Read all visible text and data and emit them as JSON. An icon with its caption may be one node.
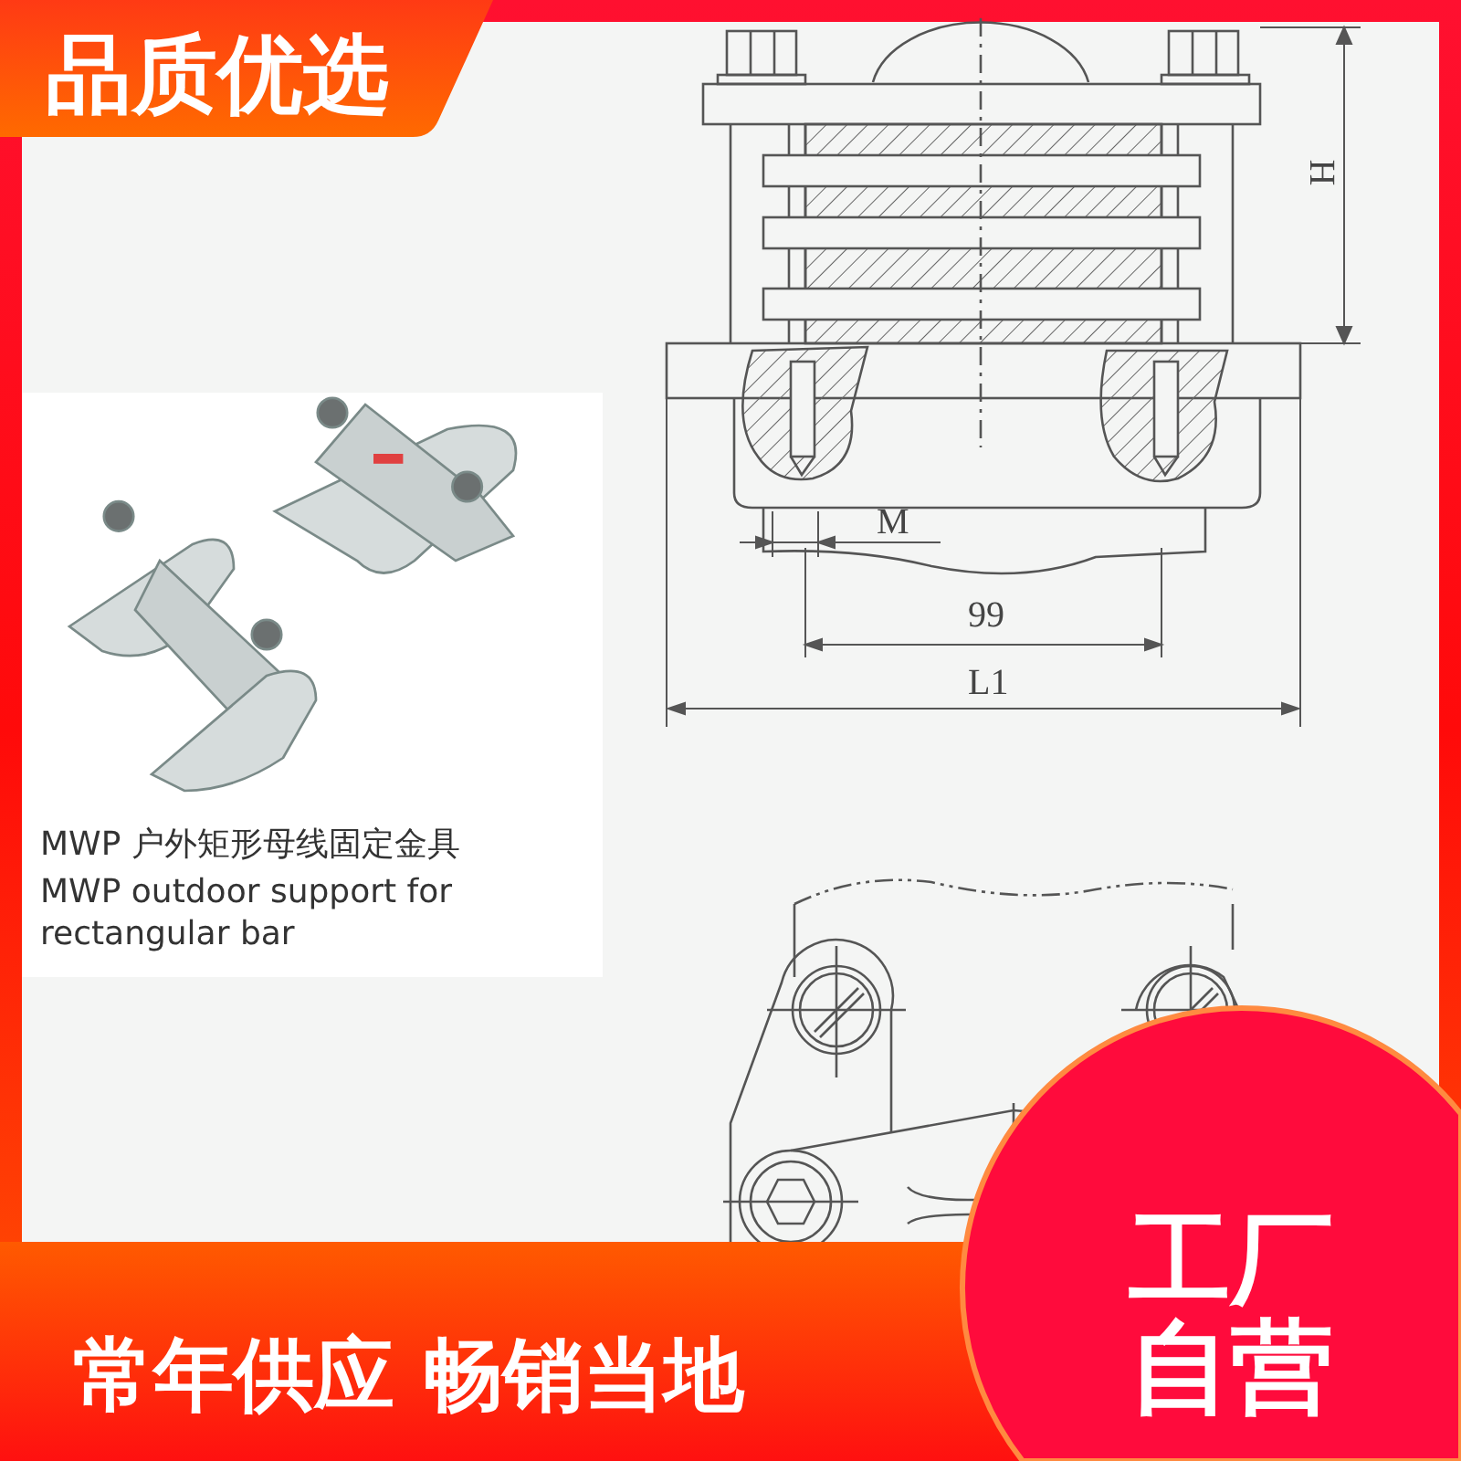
{
  "diagram": {
    "labels": [
      "品质优选",
      "H",
      "M",
      "99",
      "L1",
      "MWP 户外矩形母线固定金具",
      "MWP outdoor support for rectangular bar",
      "工厂自营",
      "常年供应 畅销当地"
    ]
  }
}
